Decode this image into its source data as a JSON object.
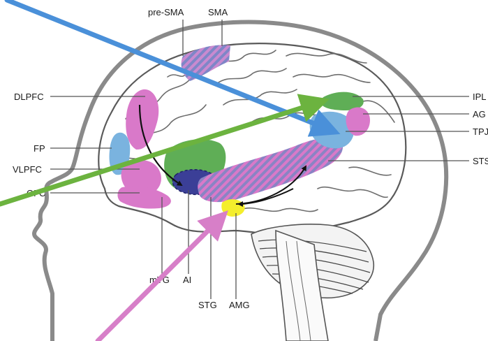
{
  "labels": {
    "pre_sma": "pre-SMA",
    "sma": "SMA",
    "dlpfc": "DLPFC",
    "fp": "FP",
    "vlpfc": "VLPFC",
    "ofc": "OFC",
    "ipl": "IPL",
    "ag": "AG",
    "tpj": "TPJ",
    "sts": "STS",
    "mtg": "mTG",
    "ai": "AI",
    "stg": "STG",
    "amg": "AMG"
  },
  "colors": {
    "pink": "#d979c9",
    "blue": "#7ab3df",
    "green": "#5fae56",
    "navy": "#3b3f97",
    "yellow": "#f4ee2c",
    "purple_hatch": "#8a84c4",
    "head_outline": "#8a8a8a",
    "arrow_blue": "#4a90d9",
    "arrow_green": "#6cb33f",
    "arrow_pink": "#d77fc8"
  },
  "icons": {
    "blue_arrow": "arrow-icon",
    "green_arrow": "arrow-icon",
    "pink_arrow": "arrow-icon"
  }
}
